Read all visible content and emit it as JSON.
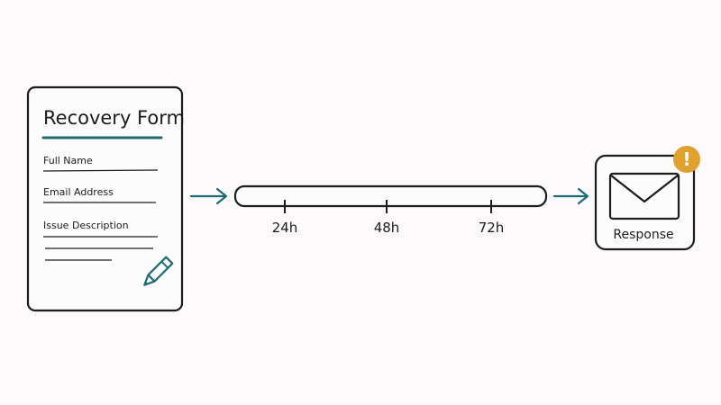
{
  "form": {
    "title": "Recovery Form",
    "fields": [
      {
        "label": "Full Name"
      },
      {
        "label": "Email Address"
      },
      {
        "label": "Issue Description"
      }
    ],
    "icon": "pencil-icon"
  },
  "timeline": {
    "ticks": [
      "24h",
      "48h",
      "72h"
    ]
  },
  "response": {
    "label": "Response",
    "icon": "envelope-icon",
    "badge_icon": "exclamation-icon",
    "badge_symbol": "!"
  },
  "colors": {
    "accent": "#1f6b73",
    "badge": "#e0a12e",
    "stroke": "#1c1c1c",
    "background": "#fcfafa"
  }
}
